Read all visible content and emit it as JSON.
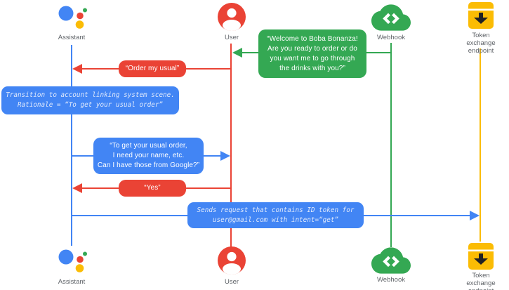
{
  "diagram_type": "sequence-diagram",
  "actors": {
    "assistant": "Assistant",
    "user": "User",
    "webhook": "Webhook",
    "token_endpoint": "Token exchange\nendpoint"
  },
  "messages": {
    "welcome": "“Welcome to Boba Bonanza!\nAre you ready to order or do\nyou want me to go through\nthe drinks with you?”",
    "order": "“Order my usual”",
    "note": "Transition to account linking system scene.\nRationale = “To get your usual order”",
    "ask": "“To get your usual order,\nI need your name, etc.\nCan I have those from Google?”",
    "yes": "“Yes”",
    "send": "Sends request that contains ID token for\nuser@gmail.com with intent=“get”"
  },
  "flow": [
    {
      "message_key": "welcome",
      "from": "webhook",
      "to": "user",
      "color": "#34a853"
    },
    {
      "message_key": "order",
      "from": "user",
      "to": "assistant",
      "color": "#ea4335"
    },
    {
      "message_key": "note",
      "note_on": "assistant",
      "color": "#4285f4"
    },
    {
      "message_key": "ask",
      "from": "assistant",
      "to": "user",
      "color": "#4285f4"
    },
    {
      "message_key": "yes",
      "from": "user",
      "to": "assistant",
      "color": "#ea4335"
    },
    {
      "message_key": "send",
      "from": "assistant",
      "to": "token_endpoint",
      "color": "#4285f4"
    }
  ],
  "colors": {
    "assistant_lifeline": "#4285f4",
    "user_lifeline": "#ea4335",
    "webhook_lifeline": "#34a853",
    "token_lifeline": "#fbbc04",
    "label_gray": "#5f6368"
  }
}
